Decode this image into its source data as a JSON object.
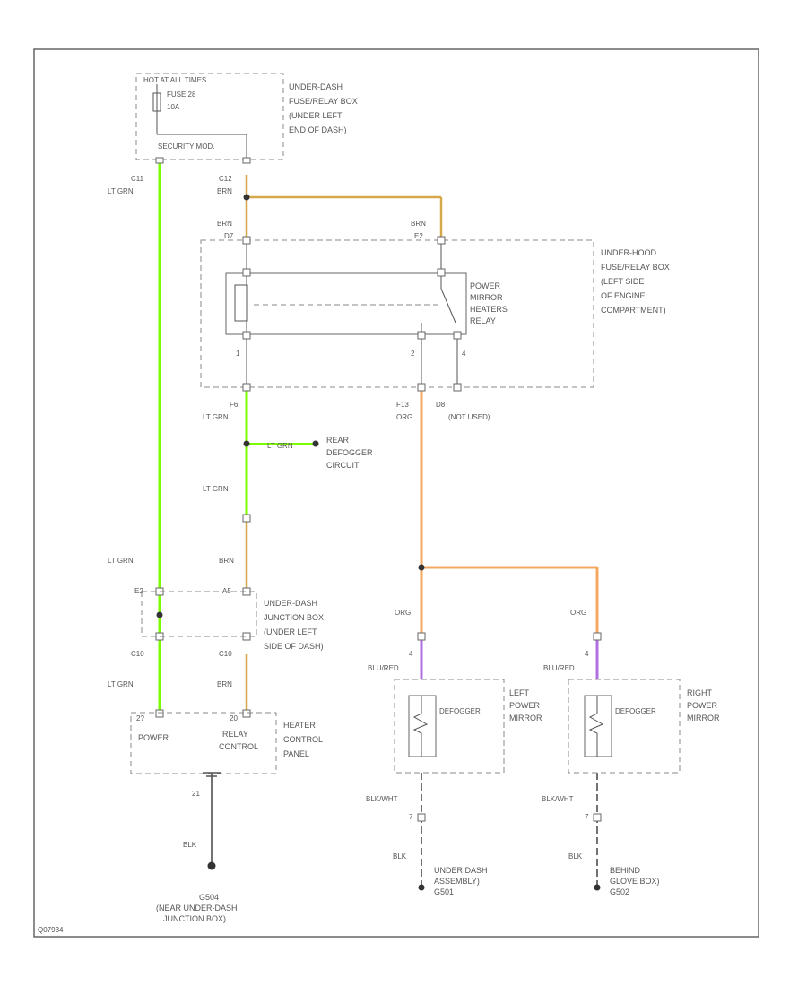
{
  "colors": {
    "frame": "#666666",
    "wire_lt_grn": "#7CFC00",
    "wire_brn": "#D6A84A",
    "wire_org": "#F5A860",
    "wire_blu_red": "#B070E0",
    "wire_blk": "#444444",
    "dashed_box": "#888888"
  },
  "fuse_box_top": {
    "hot_label": "HOT AT ALL TIMES",
    "fuse_label": "FUSE 28",
    "fuse_rating": "10A",
    "module_label": "SECURITY MOD.",
    "desc": [
      "UNDER-DASH",
      "FUSE/RELAY BOX",
      "(UNDER LEFT",
      "END OF DASH)"
    ]
  },
  "wires": {
    "lt_grn_left_top_pin": "C11",
    "lt_grn_left_top": "LT GRN",
    "brn_top_pin": "C12",
    "brn_top": "BRN",
    "brn_left_relay": "BRN",
    "brn_left_relay_pin": "D7",
    "brn_right_relay": "BRN",
    "brn_right_relay_pin": "E2",
    "relay_out_left_pin": "F6",
    "relay_out_left": "LT GRN",
    "relay_out_mid_pin": "F13",
    "relay_out_mid": "ORG",
    "relay_out_right_pin": "D8",
    "relay_out_right": "(NOT USED)",
    "branch_label": "LT GRN",
    "mid_lt_grn": "LT GRN",
    "brn_mid": "BRN",
    "lt_grn_left_mid": "LT GRN",
    "jb_left_pin": "E2",
    "jb_right_pin": "A5",
    "c10_left": "C10",
    "c10_right": "C10",
    "lt_grn_left_bottom": "LT GRN",
    "brn_bottom": "BRN",
    "org_left": "ORG",
    "org_right": "ORG",
    "blu_red_left": "BLU/RED",
    "blu_red_right": "BLU/RED",
    "pin_left_mirror_in": "4",
    "pin_right_mirror_in": "4",
    "blk_wht_left": "BLK/WHT",
    "blk_wht_right": "BLK/WHT",
    "pin_left_mirror_out": "7",
    "pin_right_mirror_out": "7",
    "blk_left": "BLK",
    "blk_right": "BLK",
    "ground_pin": "21",
    "ground_wire": "BLK"
  },
  "relay": {
    "name": [
      "POWER",
      "MIRROR",
      "HEATERS",
      "RELAY"
    ],
    "pin1": "1",
    "pin2": "2",
    "pin4": "4"
  },
  "under_hood_box": [
    "UNDER-HOOD",
    "FUSE/RELAY BOX",
    "(LEFT SIDE",
    "OF ENGINE",
    "COMPARTMENT)"
  ],
  "rear_defogger": [
    "REAR",
    "DEFOGGER",
    "CIRCUIT"
  ],
  "junction_box": [
    "UNDER-DASH",
    "JUNCTION BOX",
    "(UNDER LEFT",
    "SIDE OF DASH)"
  ],
  "heater_panel": {
    "pin_left": "2?",
    "pin_right": "20",
    "power": "POWER",
    "relay_control": [
      "RELAY",
      "CONTROL"
    ],
    "desc": [
      "HEATER",
      "CONTROL",
      "PANEL"
    ]
  },
  "ground": {
    "id": "G504",
    "desc": [
      "(NEAR UNDER-DASH",
      "JUNCTION BOX)"
    ]
  },
  "left_mirror": {
    "element": "DEFOGGER",
    "desc": [
      "LEFT",
      "POWER",
      "MIRROR"
    ],
    "ground_desc": [
      "UNDER DASH",
      "ASSEMBLY)",
      "G501"
    ]
  },
  "right_mirror": {
    "element": "DEFOGGER",
    "desc": [
      "RIGHT",
      "POWER",
      "MIRROR"
    ],
    "ground_desc": [
      "BEHIND",
      "GLOVE BOX)",
      "G502"
    ]
  },
  "diagram_id": "Q07934"
}
